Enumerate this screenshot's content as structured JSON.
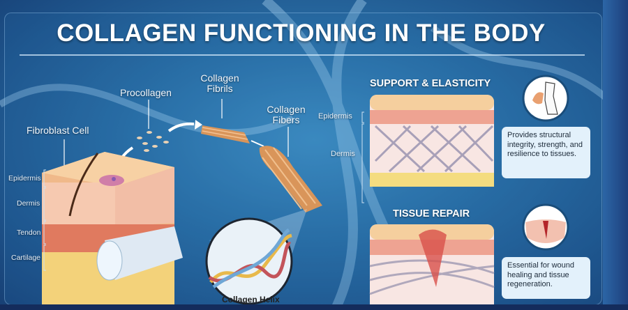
{
  "title": "COLLAGEN FUNCTIONING IN THE BODY",
  "process": {
    "fibroblast": "Fibroblast Cell",
    "procollagen": "Procollagen",
    "fibrils": "Collagen Fibrils",
    "fibers": "Collagen Fibers",
    "helix": "Collagen Helix"
  },
  "layers": [
    "Epidermis",
    "Dermis",
    "Tendon",
    "Cartilage"
  ],
  "support": {
    "heading": "SUPPORT & ELASTICITY",
    "layer_labels": [
      "Epidermis",
      "Dermis"
    ],
    "description": "Provides structural integrity, strength, and resilience to tissues."
  },
  "repair": {
    "heading": "TISSUE REPAIR",
    "description": "Essential for wound healing and tissue regeneration."
  }
}
